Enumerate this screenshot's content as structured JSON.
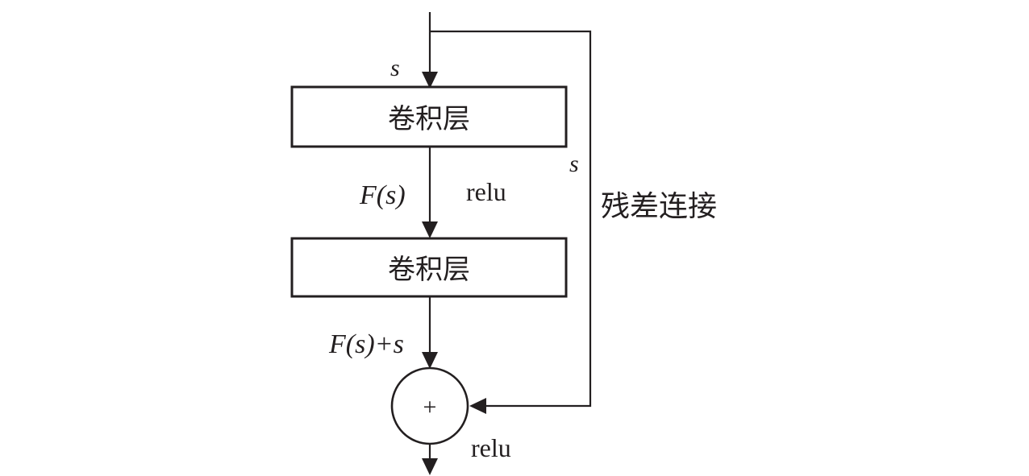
{
  "diagram": {
    "blocks": [
      {
        "label": "卷积层"
      },
      {
        "label": "卷积层"
      }
    ],
    "sum_node": {
      "symbol": "+"
    },
    "labels": {
      "input": "s",
      "skip_value": "s",
      "skip_name": "残差连接",
      "after_first_block": "F(s)",
      "activation_1": "relu",
      "before_sum": "F(s)+s",
      "activation_2": "relu"
    }
  }
}
